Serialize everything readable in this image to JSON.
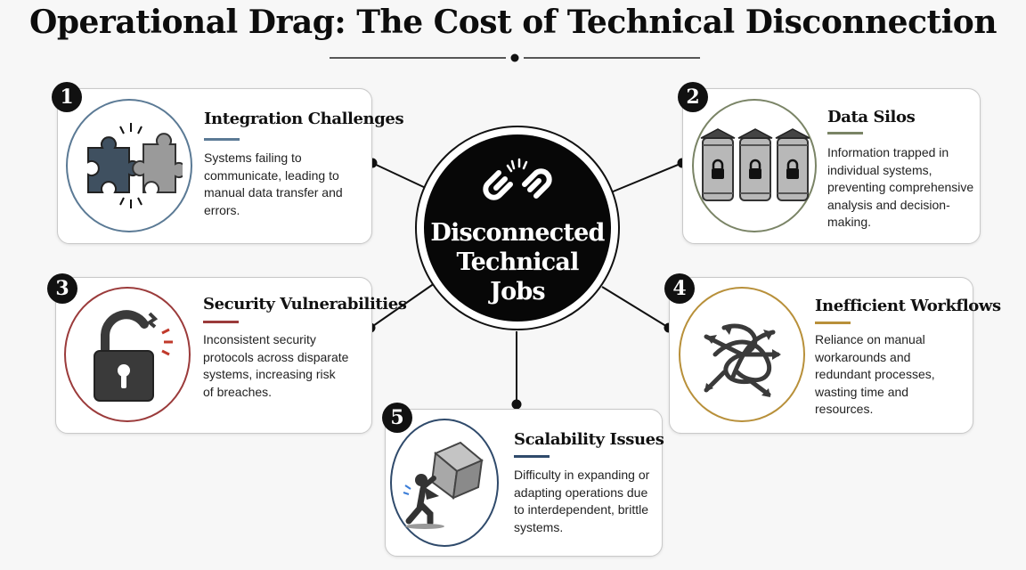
{
  "title": "Operational Drag: The Cost of Technical Disconnection",
  "center": {
    "lines": [
      "Disconnected",
      "Technical",
      "Jobs"
    ],
    "icon": "broken-chain-icon"
  },
  "cards": [
    {
      "number": "1",
      "title": "Integration Challenges",
      "description": "Systems failing to communicate, leading to manual data transfer and errors.",
      "icon": "puzzle-pieces-icon",
      "color": "#5b7a95"
    },
    {
      "number": "2",
      "title": "Data Silos",
      "description": "Information trapped in individual systems, preventing comprehensive analysis and decision-making.",
      "icon": "locked-silos-icon",
      "color": "#7a8466"
    },
    {
      "number": "3",
      "title": "Security Vulnerabilities",
      "description": "Inconsistent security protocols across disparate systems, increasing risk of breaches.",
      "icon": "broken-padlock-icon",
      "color": "#9b3b3b"
    },
    {
      "number": "4",
      "title": "Inefficient Workflows",
      "description": "Reliance on manual workarounds and redundant processes, wasting time and resources.",
      "icon": "tangled-arrows-icon",
      "color": "#b8903a"
    },
    {
      "number": "5",
      "title": "Scalability Issues",
      "description": "Difficulty in expanding or adapting operations due to interdependent, brittle systems.",
      "icon": "person-pushing-block-icon",
      "color": "#2f4a6b"
    }
  ]
}
